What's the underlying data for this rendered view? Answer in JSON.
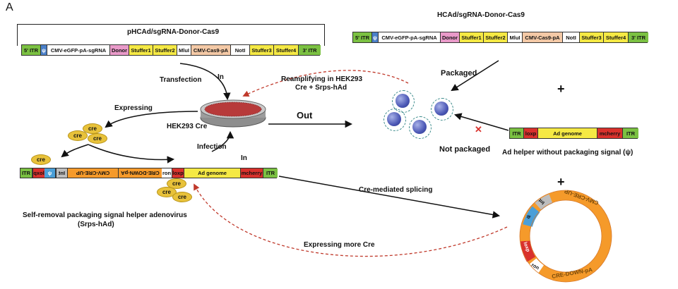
{
  "panel_letter": "A",
  "plasmid": {
    "title": "pHCAd/sgRNA-Donor-Cas9",
    "segments": [
      {
        "label": "5' ITR",
        "color": "#7bc142"
      },
      {
        "label": "ψ",
        "color": "#4a7fc8"
      },
      {
        "label": "CMV-eGFP-pA-sgRNA",
        "color": "#ffffff"
      },
      {
        "label": "Donor",
        "color": "#e99ac9"
      },
      {
        "label": "Stuffer1",
        "color": "#f5e944"
      },
      {
        "label": "Stuffer2",
        "color": "#f5e944"
      },
      {
        "label": "MluI",
        "color": "#ffffff"
      },
      {
        "label": "CMV-Cas9-pA",
        "color": "#f4c9a6"
      },
      {
        "label": "NotI",
        "color": "#ffffff"
      },
      {
        "label": "Stuffer3",
        "color": "#f5e944"
      },
      {
        "label": "Stuffer4",
        "color": "#f5e944"
      },
      {
        "label": "3' ITR",
        "color": "#7bc142"
      }
    ]
  },
  "hcad": {
    "title": "HCAd/sgRNA-Donor-Cas9",
    "segments": [
      {
        "label": "5' ITR",
        "color": "#7bc142"
      },
      {
        "label": "ψ",
        "color": "#4a7fc8"
      },
      {
        "label": "CMV-eGFP-pA-sgRNA",
        "color": "#ffffff"
      },
      {
        "label": "Donor",
        "color": "#e99ac9"
      },
      {
        "label": "Stuffer1",
        "color": "#f5e944"
      },
      {
        "label": "Stuffer2",
        "color": "#f5e944"
      },
      {
        "label": "MluI",
        "color": "#ffffff"
      },
      {
        "label": "CMV-Cas9-pA",
        "color": "#f4c9a6"
      },
      {
        "label": "NotI",
        "color": "#ffffff"
      },
      {
        "label": "Stuffer3",
        "color": "#f5e944"
      },
      {
        "label": "Stuffer4",
        "color": "#f5e944"
      },
      {
        "label": "3' ITR",
        "color": "#7bc142"
      }
    ]
  },
  "helper": {
    "caption": "Ad helper without packaging signal (ψ)",
    "segments": [
      {
        "label": "ITR",
        "color": "#7bc142"
      },
      {
        "label": "loxp",
        "color": "#d9312c"
      },
      {
        "label": "Ad genome",
        "color": "#f5e944"
      },
      {
        "label": "mcherry",
        "color": "#d9312c"
      },
      {
        "label": "ITR",
        "color": "#7bc142"
      }
    ]
  },
  "srps": {
    "caption_line1": "Self-removal packaging signal helper adenovirus",
    "caption_line2": "(Srps-hAd)",
    "segments": [
      {
        "label": "ITR",
        "color": "#7bc142"
      },
      {
        "label": "loxp",
        "color": "#d9312c"
      },
      {
        "label": "ψ",
        "color": "#4a9fd8"
      },
      {
        "label": "Int",
        "color": "#bdbdbd"
      },
      {
        "label": "CMV-CRE-UP",
        "color": "#f59a2a"
      },
      {
        "label": "CRE-DOWN-pA",
        "color": "#f59a2a"
      },
      {
        "label": "ron",
        "color": "#ffffff"
      },
      {
        "label": "loxp",
        "color": "#d9312c"
      },
      {
        "label": "Ad genome",
        "color": "#f5e944"
      },
      {
        "label": "mcherry",
        "color": "#d9312c"
      },
      {
        "label": "ITR",
        "color": "#7bc142"
      }
    ]
  },
  "labels": {
    "transfection": "Transfection",
    "in_top": "In",
    "expressing": "Expressing",
    "hek293_cre": "HEK293 Cre",
    "infection": "Infection",
    "in_bottom": "In",
    "out": "Out",
    "reamplifying_line1": "Reamplifying  in HEK293",
    "reamplifying_line2": "Cre + Srps-hAd",
    "packaged": "Packaged",
    "not_packaged": "Not packaged",
    "cre_splicing": "Cre-mediated splicing",
    "expressing_more": "Expressing more Cre",
    "plus": "+",
    "x_mark": "✕"
  },
  "cre_label": "cre",
  "circle": {
    "labels": [
      "CMV-CRE-UP",
      "Int",
      "ψ",
      "loxp",
      "ron",
      "CRE-DOWN-pA"
    ]
  }
}
